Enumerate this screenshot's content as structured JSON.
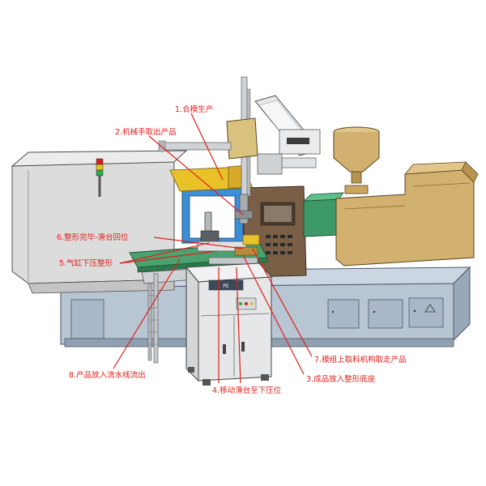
{
  "diagram": {
    "type": "injection-molding-automation-cell",
    "colors": {
      "annotation_red": "#e0201c",
      "machine_body": "#d9dadb",
      "base_frame": "#a9b8c9",
      "hopper_tan": "#d2b06f",
      "manipulator_tan": "#d9c17e",
      "control_panel_brown": "#6b5440",
      "mold_blue": "#3c8fd6",
      "mold_yellow": "#e8c228",
      "conveyor_green": "#4aa36e",
      "cabinet_grey": "#e6e6e6"
    },
    "steps": [
      {
        "id": "1",
        "label": "1.合模生产"
      },
      {
        "id": "2",
        "label": "2.机械手取出产品"
      },
      {
        "id": "3",
        "label": "3.成品放入整形底座"
      },
      {
        "id": "4",
        "label": "4.移动滑台至下压位"
      },
      {
        "id": "5",
        "label": "5.气缸下压整形"
      },
      {
        "id": "6",
        "label": "6.整形完毕-滑台回位"
      },
      {
        "id": "7",
        "label": "7.模组上取料机构取走产品"
      },
      {
        "id": "8",
        "label": "8.产品放入流水线流出"
      }
    ]
  }
}
